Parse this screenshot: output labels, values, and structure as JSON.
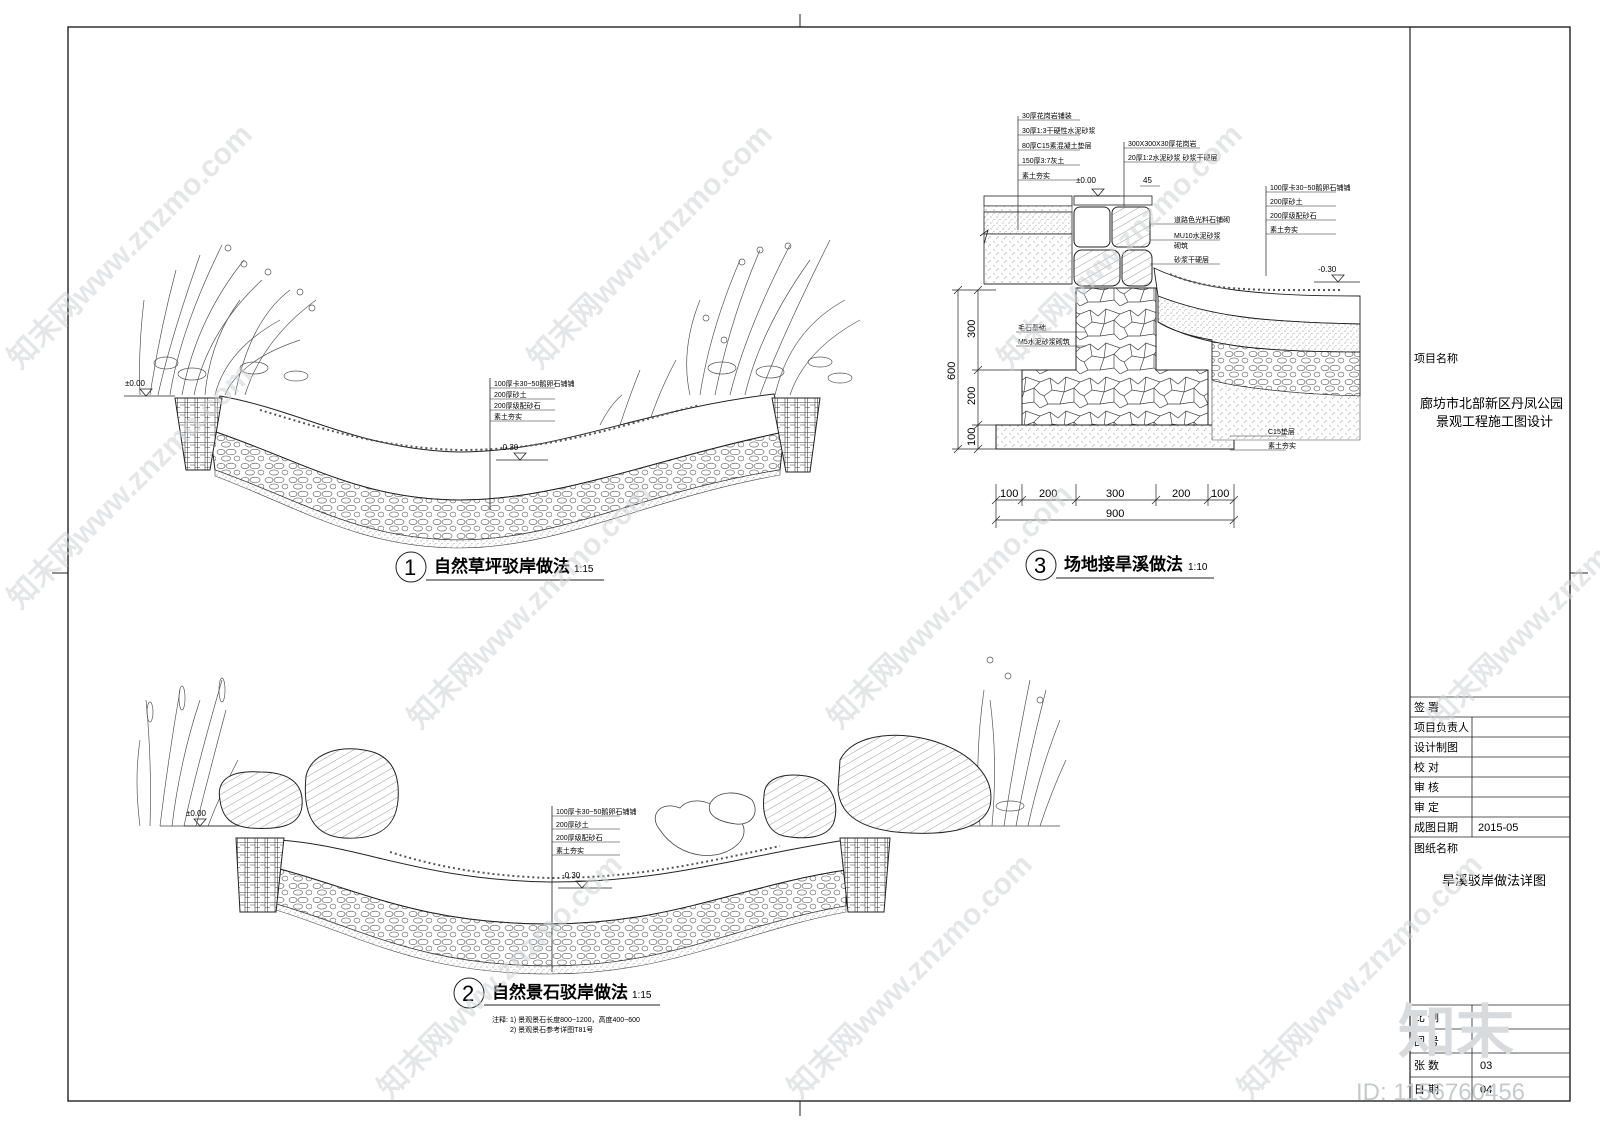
{
  "watermark": {
    "text": "知末网www.znzmo.com",
    "logo": "知末",
    "id": "ID: 1156760456"
  },
  "section1": {
    "num": "1",
    "title": "自然草坪驳岸做法",
    "scale": "1:15",
    "level_top": "±0.00",
    "level_bottom": "-0.30",
    "layers": [
      "100厚卡30~50鹅卵石铺铺",
      "200厚砂土",
      "200厚级配砂石",
      "素土夯实"
    ]
  },
  "section2": {
    "num": "2",
    "title": "自然景石驳岸做法",
    "scale": "1:15",
    "level_top": "±0.00",
    "level_bottom": "-0.30",
    "layers": [
      "100厚卡30~50鹅卵石铺铺",
      "200厚砂土",
      "200厚级配砂石",
      "素土夯实"
    ],
    "notes_label": "注释:",
    "notes": [
      "1) 景观景石长度800~1200，高度400~600",
      "2) 景观景石参考详图T81号"
    ]
  },
  "section3": {
    "num": "3",
    "title": "场地接旱溪做法",
    "scale": "1:10",
    "level_top": "±0.00",
    "level_bottom": "-0.30",
    "top_dim": "45",
    "paving_layers": [
      "30厚花岗岩铺装",
      "30厚1:3干硬性水泥砂浆",
      "80厚C15素混凝土垫层",
      "150厚3:7灰土",
      "素土夯实"
    ],
    "curb_layers": [
      "300X300X30厚花岗岩",
      "20厚1:2水泥砂浆 砂浆干硬层"
    ],
    "stream_layers": [
      "100厚卡30~50鹅卵石铺铺",
      "200厚砂土",
      "200厚级配砂石",
      "素土夯实"
    ],
    "mid_labels": [
      "道路色光料石铺砌",
      "MU10水泥砂浆",
      "砌筑",
      "砂浆干硬层"
    ],
    "wall_labels": [
      "毛石基础",
      "M5水泥砂浆砌筑"
    ],
    "base_labels": [
      "C15垫层",
      "素土夯实"
    ],
    "vdims": [
      "300",
      "200",
      "100"
    ],
    "vtotal": "600",
    "hdims": [
      "100",
      "200",
      "300",
      "200",
      "100"
    ],
    "htotal": "900"
  },
  "titleblock": {
    "project_label": "项目名称",
    "project_name_1": "廊坊市北部新区丹凤公园",
    "project_name_2": "景观工程施工图设计",
    "rows": [
      {
        "label": "签    署",
        "value": ""
      },
      {
        "label": "项目负责人",
        "value": ""
      },
      {
        "label": "设计制图",
        "value": ""
      },
      {
        "label": "校    对",
        "value": ""
      },
      {
        "label": "审    核",
        "value": ""
      },
      {
        "label": "审    定",
        "value": ""
      },
      {
        "label": "成图日期",
        "value": "2015-05"
      }
    ],
    "drawing_label": "图纸名称",
    "drawing_name": "旱溪驳岸做法详图",
    "bottom_rows": [
      {
        "label": "比    例",
        "value": ""
      },
      {
        "label": "图    号",
        "value": ""
      },
      {
        "label": "张    数",
        "value": "03"
      },
      {
        "label": "日    期",
        "value": "04"
      }
    ]
  }
}
